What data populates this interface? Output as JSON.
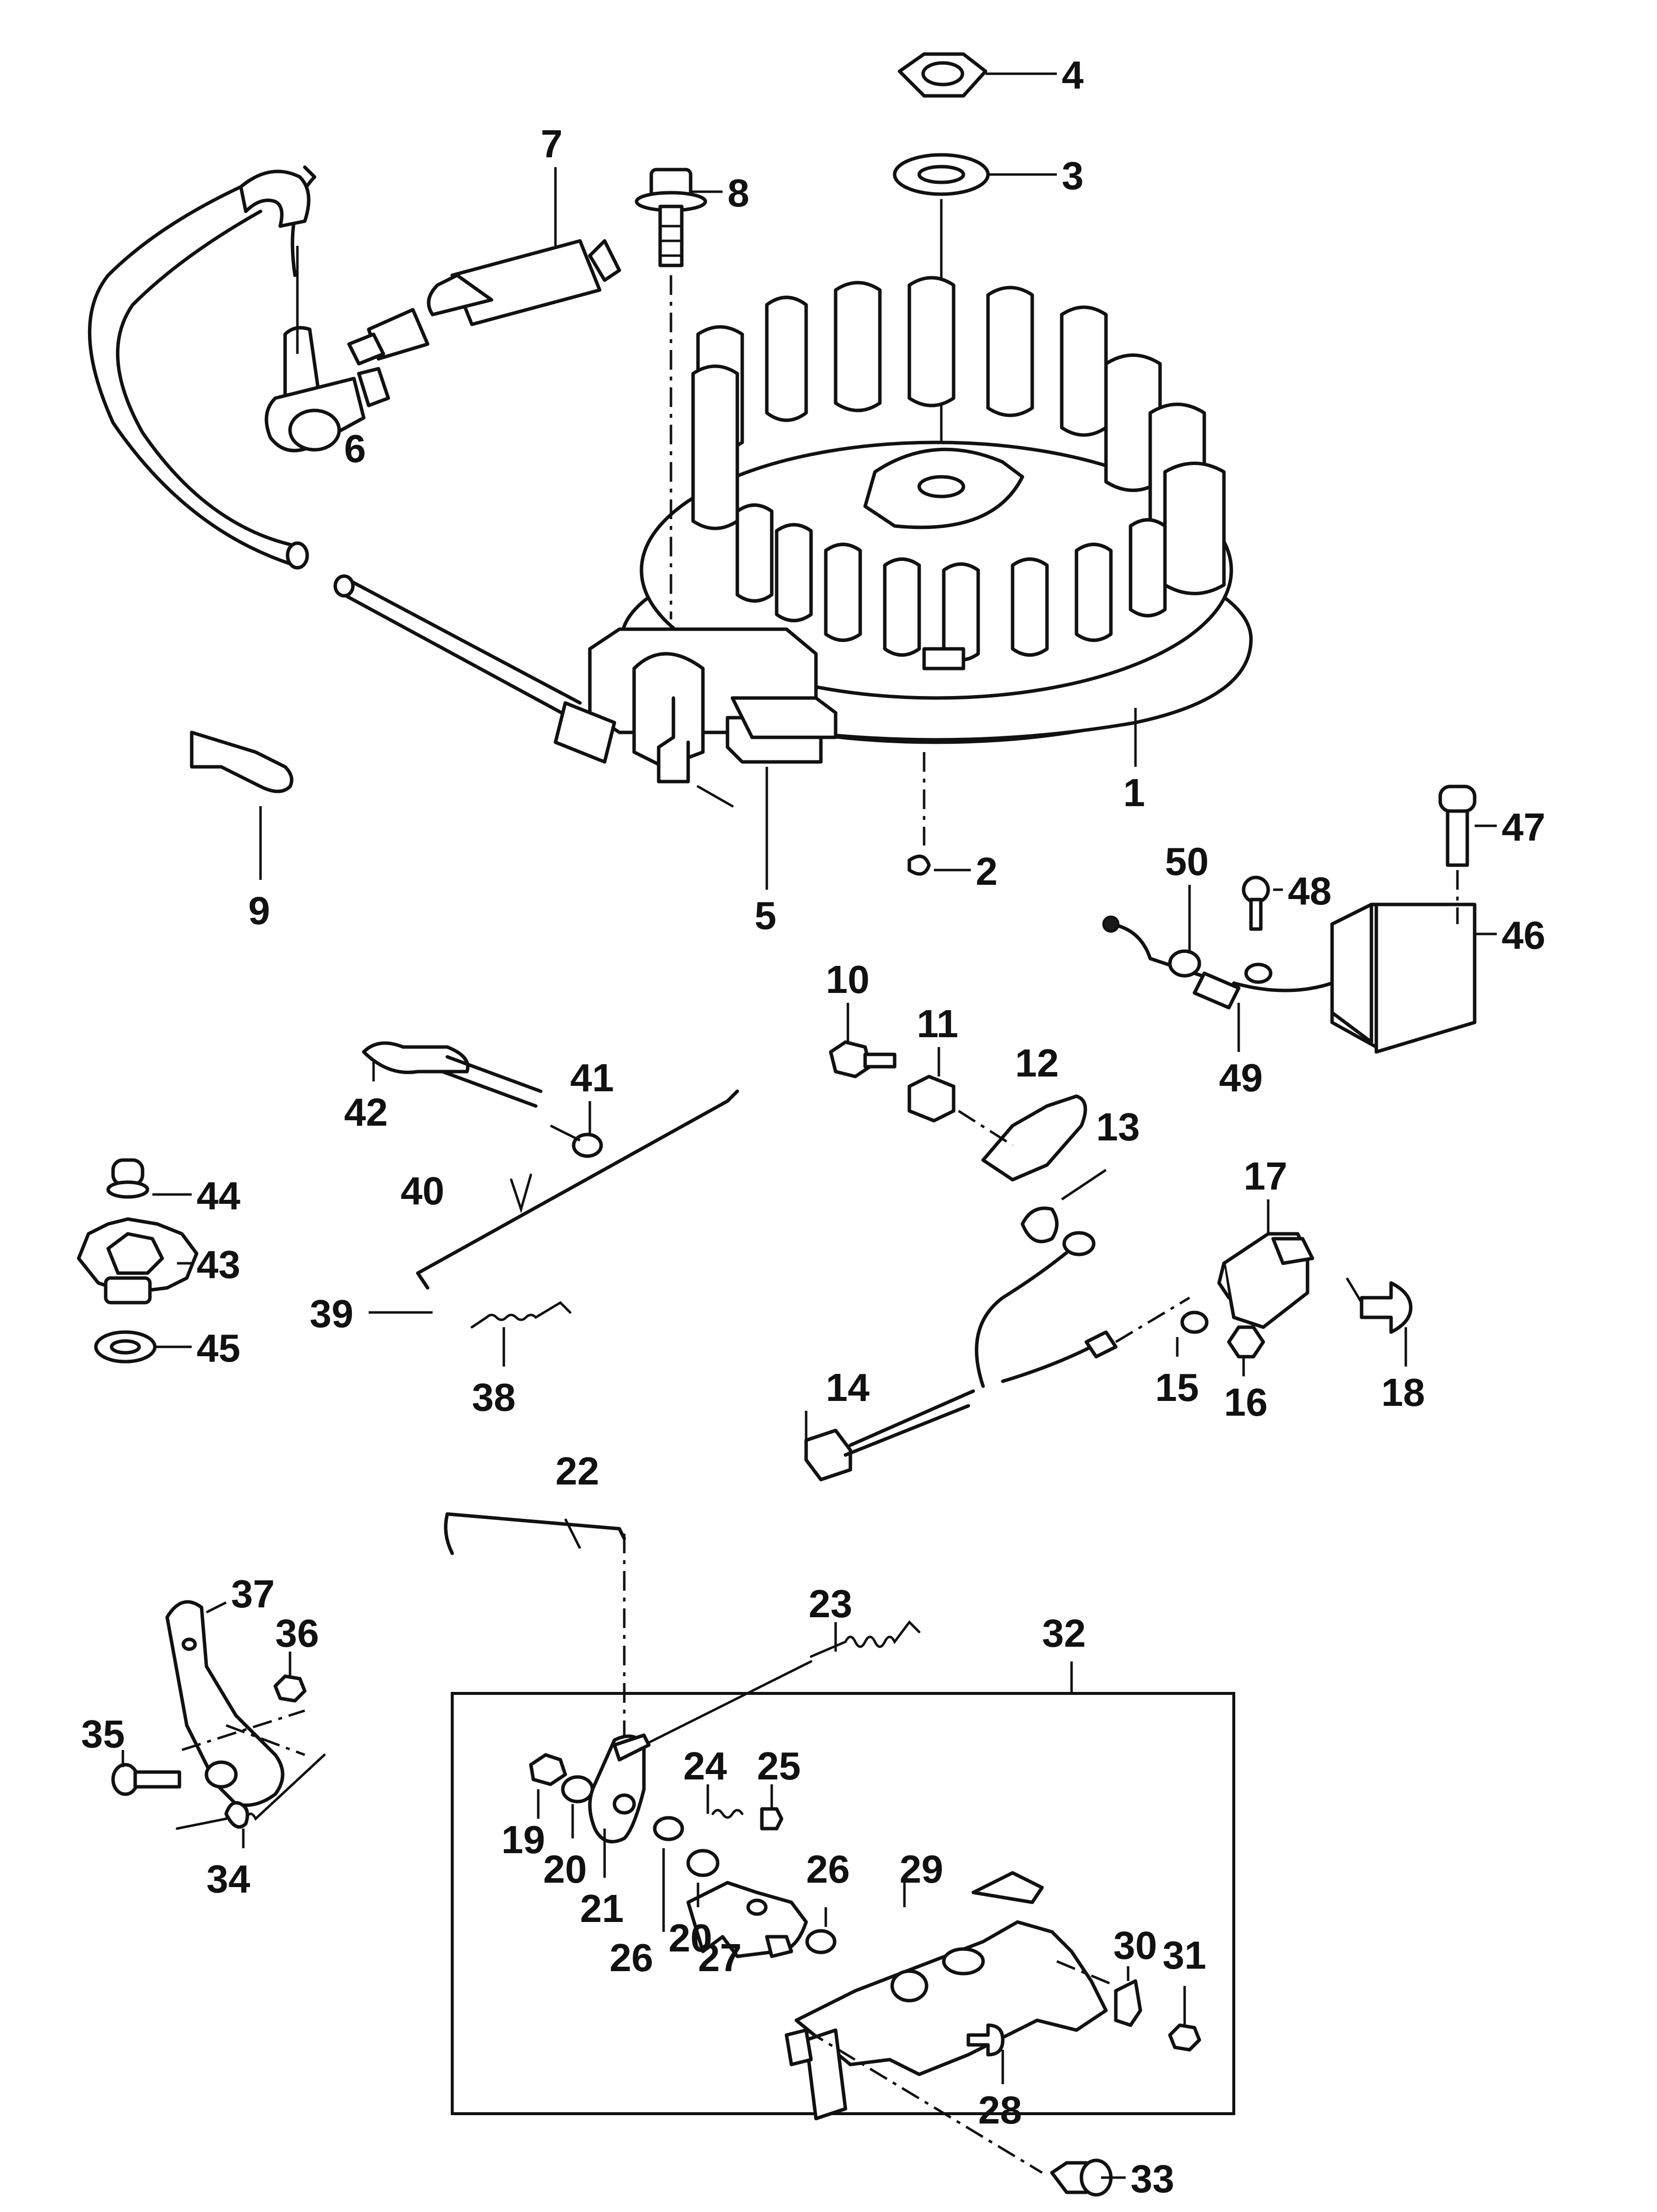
{
  "callouts": {
    "c1": "1",
    "c2": "2",
    "c3": "3",
    "c4": "4",
    "c5": "5",
    "c6": "6",
    "c7": "7",
    "c8": "8",
    "c9": "9",
    "c10": "10",
    "c11": "11",
    "c12": "12",
    "c13": "13",
    "c14": "14",
    "c15": "15",
    "c16": "16",
    "c17": "17",
    "c18": "18",
    "c19": "19",
    "c20a": "20",
    "c20b": "20",
    "c21": "21",
    "c22": "22",
    "c23": "23",
    "c24": "24",
    "c25": "25",
    "c26a": "26",
    "c26b": "26",
    "c27": "27",
    "c28": "28",
    "c29": "29",
    "c30": "30",
    "c31": "31",
    "c32": "32",
    "c33": "33",
    "c34": "34",
    "c35": "35",
    "c36": "36",
    "c37": "37",
    "c38": "38",
    "c39": "39",
    "c40": "40",
    "c41": "41",
    "c42": "42",
    "c43": "43",
    "c44": "44",
    "c45": "45",
    "c46": "46",
    "c47": "47",
    "c48": "48",
    "c49": "49",
    "c50": "50"
  }
}
